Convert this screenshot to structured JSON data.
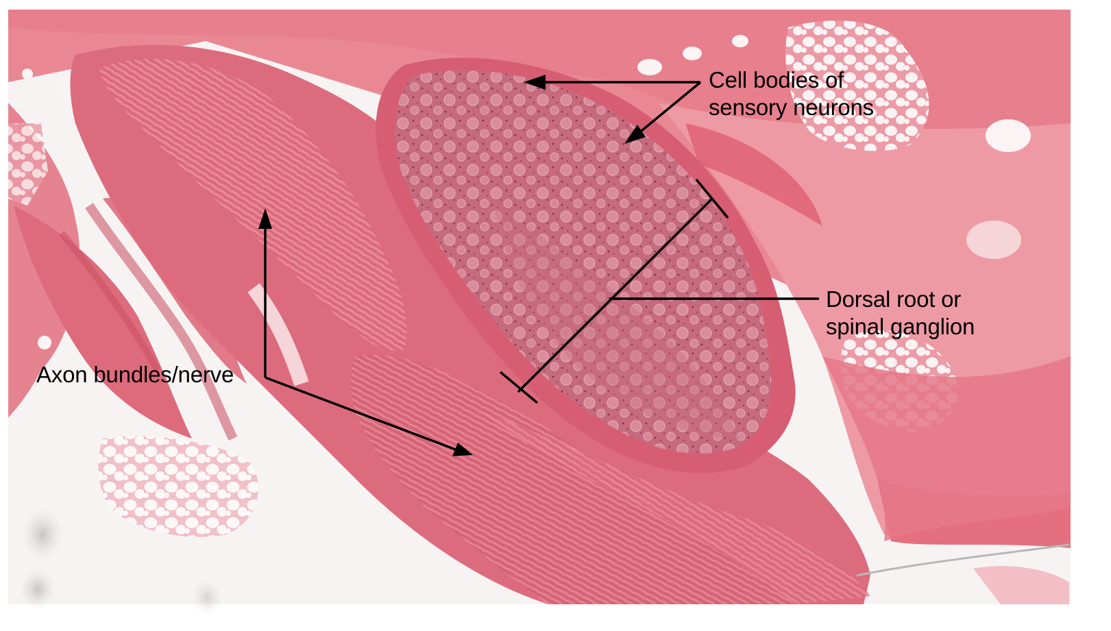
{
  "figure": {
    "type": "histology-micrograph",
    "stain": "H&E",
    "colors": {
      "background": "#ffffff",
      "slide_bg": "#f7f4f4",
      "tissue_light": "#e98a96",
      "tissue_mid": "#dc6476",
      "tissue_dark": "#c8405a",
      "ganglion": "#c7687c",
      "ganglion_dots": "#8a3550",
      "cell_body": "#d98a9a",
      "fat": "#fbf3f4",
      "plasma": "#e7707c",
      "annotation": "#000000"
    }
  },
  "labels": {
    "cell_bodies": {
      "line1": "Cell bodies of",
      "line2": "sensory neurons"
    },
    "ganglion": {
      "line1": "Dorsal root or",
      "line2": "spinal ganglion"
    },
    "axon": {
      "line1": "Axon bundles/nerve"
    }
  }
}
